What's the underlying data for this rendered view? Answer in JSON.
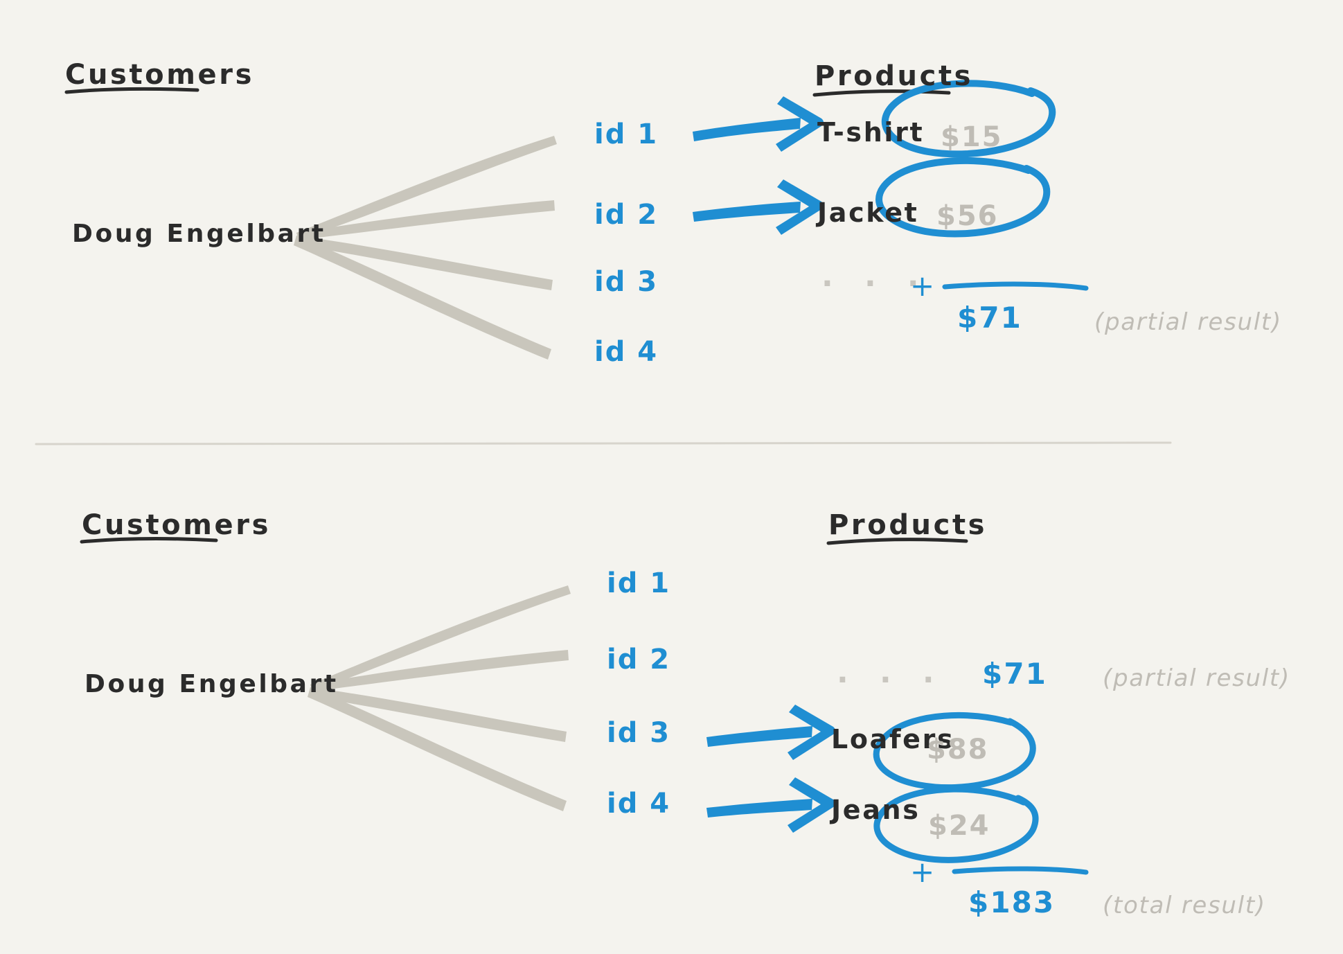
{
  "meta": {
    "background_color": "#f4f3ee",
    "ink_black": "#2b2b2b",
    "ink_blue": "#1f8ed2",
    "ink_gray": "#bfbcb5",
    "branch_gray": "#c9c6bc"
  },
  "panels": [
    {
      "id": "top-panel",
      "customers_heading": "Customers",
      "products_heading": "Products",
      "customer_name": "Doug Engelbart",
      "ids": [
        "id 1",
        "id 2",
        "id 3",
        "id 4"
      ],
      "rows": [
        {
          "id": "id 1",
          "product": "T-shirt",
          "price": "$15",
          "circled": true,
          "arrow": true
        },
        {
          "id": "id 2",
          "product": "Jacket",
          "price": "$56",
          "circled": true,
          "arrow": true
        },
        {
          "id": "id 3",
          "product": "",
          "price": "",
          "circled": false,
          "arrow": false
        },
        {
          "id": "id 4",
          "product": "",
          "price": "",
          "circled": false,
          "arrow": false
        }
      ],
      "ellipsis": "· · ·",
      "plus_sign": "+",
      "sum_value": "$71",
      "sum_note": "(partial result)"
    },
    {
      "id": "bottom-panel",
      "customers_heading": "Customers",
      "products_heading": "Products",
      "customer_name": "Doug Engelbart",
      "ids": [
        "id 1",
        "id 2",
        "id 3",
        "id 4"
      ],
      "rows": [
        {
          "id": "id 1",
          "product": "",
          "price": "",
          "circled": false,
          "arrow": false
        },
        {
          "id": "id 2",
          "product": "",
          "price": "",
          "circled": false,
          "arrow": false
        },
        {
          "id": "id 3",
          "product": "Loafers",
          "price": "$88",
          "circled": true,
          "arrow": true
        },
        {
          "id": "id 4",
          "product": "Jeans",
          "price": "$24",
          "circled": true,
          "arrow": true
        }
      ],
      "ellipsis": "· · ·",
      "carried_value": "$71",
      "carried_note": "(partial result)",
      "plus_sign": "+",
      "sum_value": "$183",
      "sum_note": "(total result)"
    }
  ]
}
